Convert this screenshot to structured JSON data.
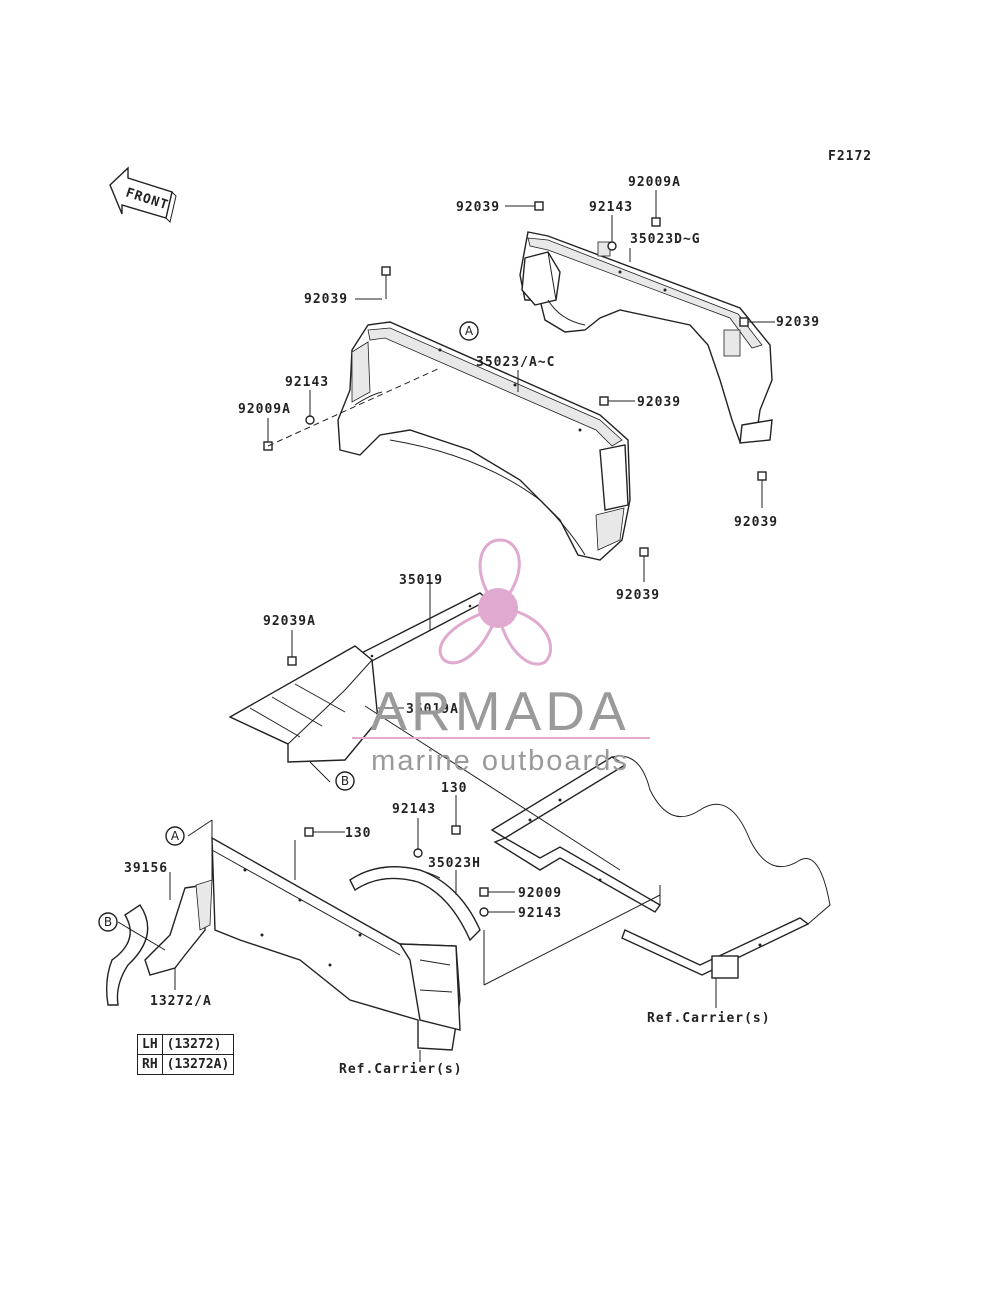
{
  "figure_id": "F2172",
  "front_label": "FRONT",
  "part_labels": {
    "p92039_top": "92039",
    "p92009A_top": "92009A",
    "p92143_top": "92143",
    "p35023DG": "35023D~G",
    "p92039_rr": "92039",
    "p92039_rb": "92039",
    "p92039_mid": "92039",
    "p35023AC": "35023/A~C",
    "p92143_l": "92143",
    "p92009A_l": "92009A",
    "p92039_c": "92039",
    "p92039_f": "92039",
    "p35019": "35019",
    "p92039A": "92039A",
    "p35019A": "35019A",
    "p130_a": "130",
    "p92143_b": "92143",
    "p130_b": "130",
    "p35023H": "35023H",
    "p92009": "92009",
    "p92143_c": "92143",
    "p39156": "39156",
    "p13272A": "13272/A"
  },
  "callouts": {
    "A1": "A",
    "A2": "A",
    "B1": "B",
    "B2": "B"
  },
  "ref_labels": {
    "carrier_center": "Ref.Carrier(s)",
    "carrier_right": "Ref.Carrier(s)"
  },
  "legend": [
    {
      "side": "LH",
      "part": "(13272)"
    },
    {
      "side": "RH",
      "part": "(13272A)"
    }
  ],
  "watermark": {
    "title": "ARMADA",
    "subtitle": "marine outboards",
    "color": "#e0a9cf"
  }
}
